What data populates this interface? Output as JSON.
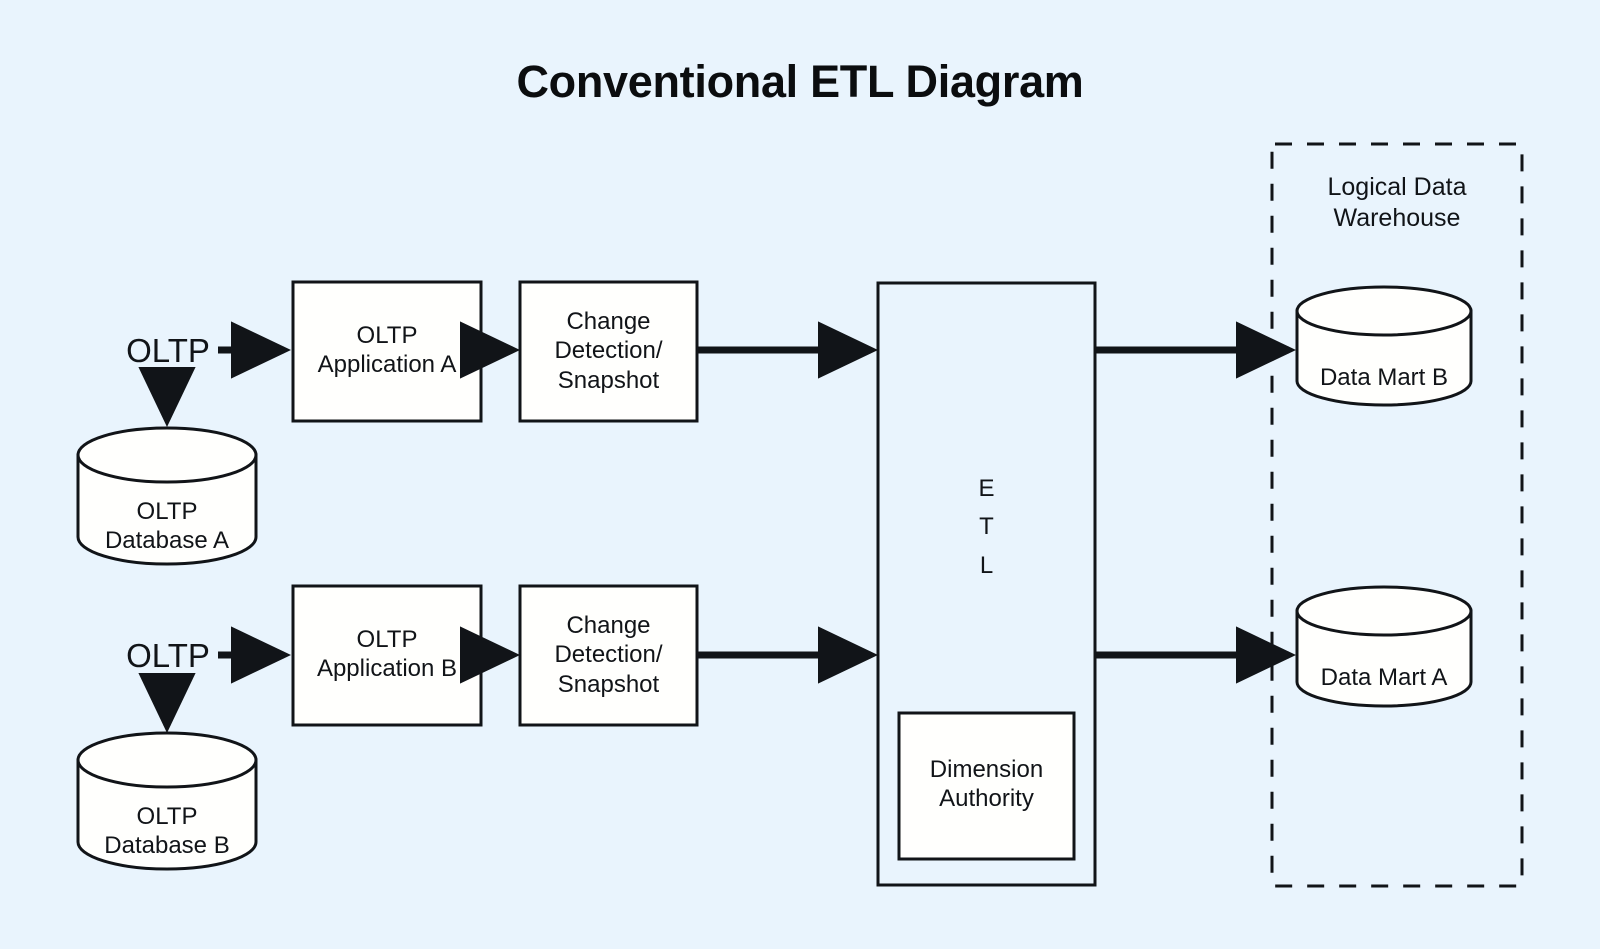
{
  "title": "Conventional ETL Diagram",
  "colors": {
    "background": "#e9f4fd",
    "box_fill": "#fffffd",
    "stroke": "#111418",
    "text": "#111418",
    "etl_fill": "#e9f4fd"
  },
  "sources": [
    {
      "label": "OLTP",
      "database": "OLTP\nDatabase A",
      "application": "OLTP\nApplication A",
      "change": "Change\nDetection/\nSnapshot"
    },
    {
      "label": "OLTP",
      "database": "OLTP\nDatabase B",
      "application": "OLTP\nApplication B",
      "change": "Change\nDetection/\nSnapshot"
    }
  ],
  "etl": {
    "label": "E\nT\nL",
    "dimension_authority": "Dimension\nAuthority"
  },
  "warehouse": {
    "title": "Logical Data\nWarehouse",
    "marts": [
      {
        "label": "Data Mart B"
      },
      {
        "label": "Data Mart A"
      }
    ]
  }
}
